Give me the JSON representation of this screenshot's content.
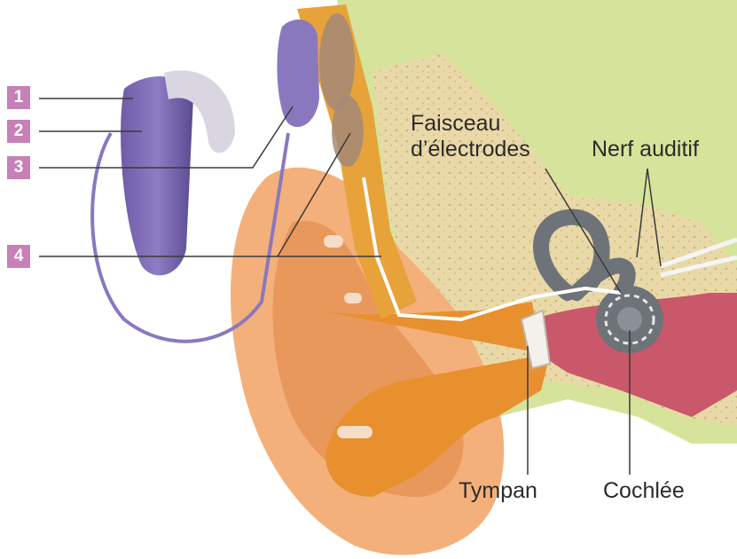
{
  "figure": {
    "title": "Implant cochléaire",
    "badges": [
      "1",
      "2",
      "3",
      "4"
    ],
    "labels": {
      "electrodes_line1": "Faisceau",
      "electrodes_line2": "d’électrodes",
      "nerve": "Nerf auditif",
      "eardrum": "Tympan",
      "cochlea": "Cochlée"
    }
  },
  "colors": {
    "badge": "#c880b8",
    "device_purple": "#8a78bf",
    "device_dark": "#5a4a92",
    "skin": "#f4b07a",
    "skin_dark": "#e28a4a",
    "canal": "#e8902e",
    "bone": "#ead9a8",
    "tissue": "#d6e39a",
    "inner_ear": "#6d7378",
    "cochlea_red": "#c9586a",
    "electrode_wire": "#6a6a6a",
    "leader_line": "#3a3a3a"
  }
}
